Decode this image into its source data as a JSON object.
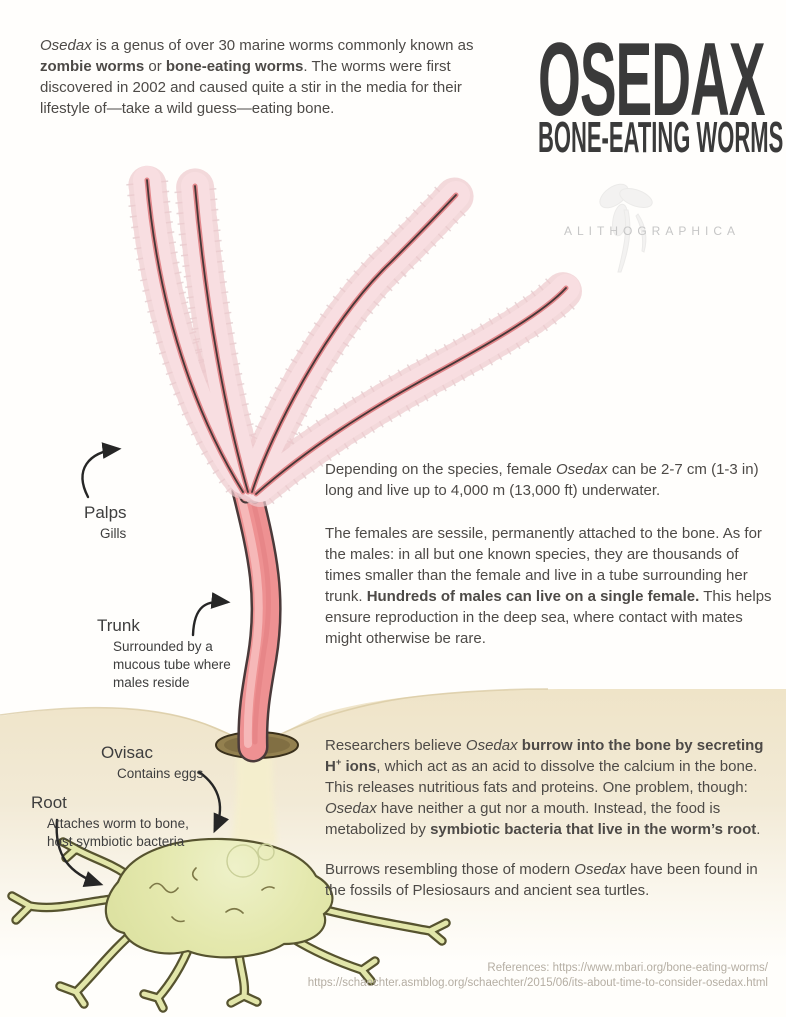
{
  "colors": {
    "title_ink": "#3a3a3a",
    "body_text": "#4d4a47",
    "label_ink": "#3e3e3e",
    "muted_ref": "#b5aea3",
    "watermark_gray": "#c6c6c6",
    "worm_pink": "#ee9192",
    "worm_pink_dark_edge": "#4a3a3a",
    "worm_pink_light": "#f6bcbc",
    "plume_pale": "#f8dee1",
    "plume_stripe": "#e2878b",
    "plume_spine": "#463737",
    "bone_beige": "#efe4c8",
    "bone_edge": "#d8c8a0",
    "root_green": "#e2e6a9",
    "root_outline": "#56532f",
    "hole_brown": "#93804f",
    "hole_outline": "#3a301b",
    "arrow_ink": "#262626",
    "bacteria_olive": "#7d7847"
  },
  "title": {
    "line1": "OSEDAX",
    "line2": "BONE-EATING WORMS"
  },
  "watermark": {
    "brand": "ALITHOGRAPHICA"
  },
  "intro": {
    "runs": [
      {
        "t": "Osedax",
        "i": true
      },
      {
        "t": " is a genus of over 30 marine worms commonly known as "
      },
      {
        "t": "zombie worms",
        "b": true
      },
      {
        "t": " or "
      },
      {
        "t": "bone-eating worms",
        "b": true
      },
      {
        "t": ". The worms were first discovered in 2002 and caused quite a stir in the media for their lifestyle of—take a wild guess—eating bone."
      }
    ]
  },
  "anatomy_labels": [
    {
      "name": "Palps",
      "sub": "Gills"
    },
    {
      "name": "Trunk",
      "sub": "Surrounded by a mucous tube where males reside"
    },
    {
      "name": "Ovisac",
      "sub": "Contains eggs"
    },
    {
      "name": "Root",
      "sub": "Attaches worm to bone, host symbiotic bacteria"
    }
  ],
  "body_paragraphs": [
    {
      "runs": [
        {
          "t": "Depending on the species, female "
        },
        {
          "t": "Osedax",
          "i": true
        },
        {
          "t": " can be 2-7 cm (1-3 in) long and live up to 4,000 m (13,000 ft) underwater."
        }
      ]
    },
    {
      "runs": [
        {
          "t": "The females are sessile, permanently attached to the bone. As for the males: in all but one known species, they are thousands of times smaller than the female and live in a tube surrounding her trunk. "
        },
        {
          "t": "Hundreds of males can live on a single female.",
          "b": true
        },
        {
          "t": " This helps ensure reproduction in the deep sea, where contact with mates might otherwise be rare."
        }
      ]
    },
    {
      "runs": [
        {
          "t": "Researchers believe "
        },
        {
          "t": "Osedax",
          "i": true
        },
        {
          "t": " "
        },
        {
          "t": "burrow into the bone by secreting H",
          "b": true
        },
        {
          "t": "+",
          "b": true,
          "sup": true
        },
        {
          "t": " ions",
          "b": true
        },
        {
          "t": ", which act as an acid to dissolve the calcium in the bone. This releases nutritious fats and proteins. One problem, though: "
        },
        {
          "t": "Osedax",
          "i": true
        },
        {
          "t": " have neither a gut nor a mouth. Instead, the food is metabolized by "
        },
        {
          "t": "symbiotic bacteria that live in the worm’s root",
          "b": true
        },
        {
          "t": "."
        }
      ]
    },
    {
      "runs": [
        {
          "t": "Burrows resembling those of modern "
        },
        {
          "t": "Osedax",
          "i": true
        },
        {
          "t": " have been found in the fossils of Plesiosaurs and ancient sea turtles."
        }
      ]
    }
  ],
  "references": {
    "line1": "References: https://www.mbari.org/bone-eating-worms/",
    "line2": "https://schaechter.asmblog.org/schaechter/2015/06/its-about-time-to-consider-osedax.html"
  }
}
